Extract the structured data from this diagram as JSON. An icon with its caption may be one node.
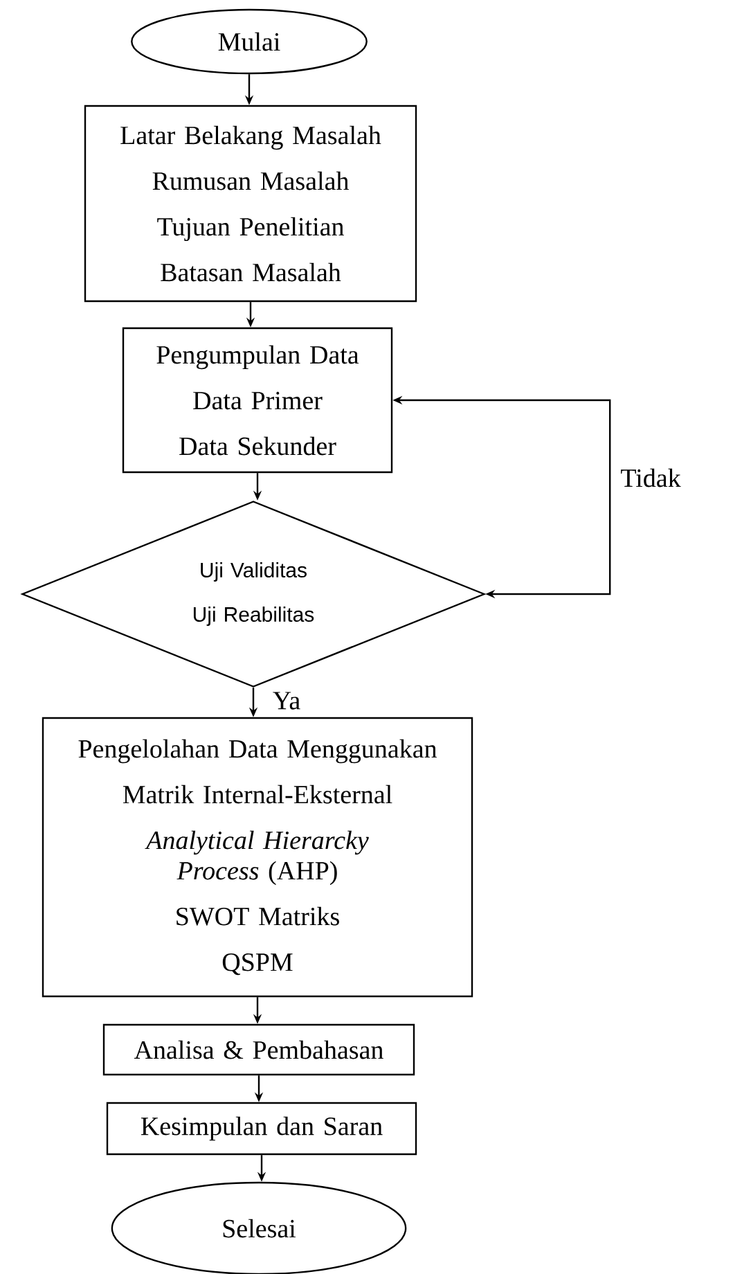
{
  "diagram": {
    "nodes": [
      {
        "text": [
          "Mulai"
        ]
      },
      {
        "text": [
          "Latar Belakang Masalah",
          "Rumusan Masalah",
          "Tujuan Penelitian",
          "Batasan Masalah"
        ]
      },
      {
        "text": [
          "Pengumpulan Data",
          "Data Primer",
          "Data Sekunder"
        ]
      },
      {
        "text": [
          "Uji Validitas",
          "Uji Reabilitas"
        ]
      },
      {
        "text": [
          "Pengelolahan Data Menggunakan",
          "Matrik Internal-Eksternal",
          "*Analytical Hierarcky Process* (AHP)",
          "SWOT Matriks",
          "QSPM"
        ]
      },
      {
        "text": [
          "Analisa & Pembahasan"
        ]
      },
      {
        "text": [
          "Kesimpulan dan Saran"
        ]
      },
      {
        "text": [
          "Selesai"
        ]
      }
    ],
    "edges": [
      {
        "from": 0,
        "to": 1,
        "arrow": "to"
      },
      {
        "from": 1,
        "to": 2,
        "arrow": "to"
      },
      {
        "from": 2,
        "to": 3,
        "arrow": "to"
      },
      {
        "from": 3,
        "to": 4,
        "arrow": "to",
        "label": "Ya"
      },
      {
        "from": 3,
        "to": 2,
        "arrow": "both",
        "label": "Tidak"
      },
      {
        "from": 4,
        "to": 5,
        "arrow": "to"
      },
      {
        "from": 5,
        "to": 6,
        "arrow": "to"
      },
      {
        "from": 6,
        "to": 7,
        "arrow": "to"
      }
    ]
  }
}
